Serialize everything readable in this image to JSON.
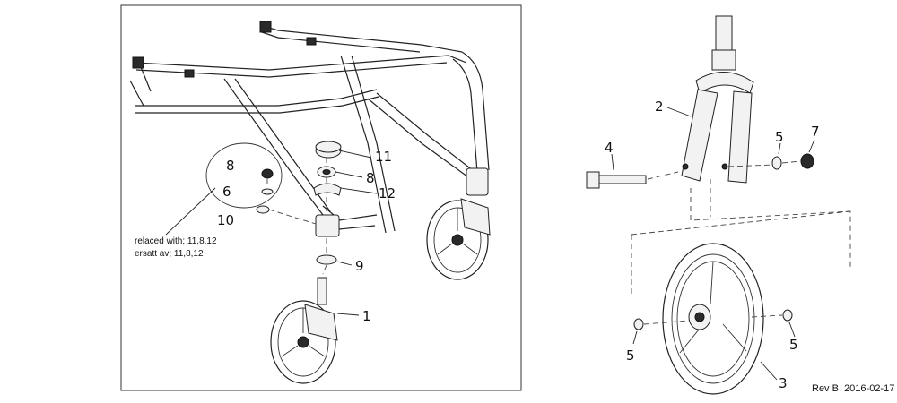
{
  "callouts": {
    "c1": "1",
    "c2": "2",
    "c3": "3",
    "c4": "4",
    "c5a": "5",
    "c5b": "5",
    "c5c": "5",
    "c6": "6",
    "c7": "7",
    "c8a": "8",
    "c8b": "8",
    "c9": "9",
    "c10": "10",
    "c11": "11",
    "c12": "12"
  },
  "note": {
    "line1": "relaced with; 11,8,12",
    "line2": "ersatt av; 11,8,12"
  },
  "revision": "Rev B, 2016-02-17",
  "colors": {
    "line": "#222222",
    "background": "#ffffff"
  }
}
